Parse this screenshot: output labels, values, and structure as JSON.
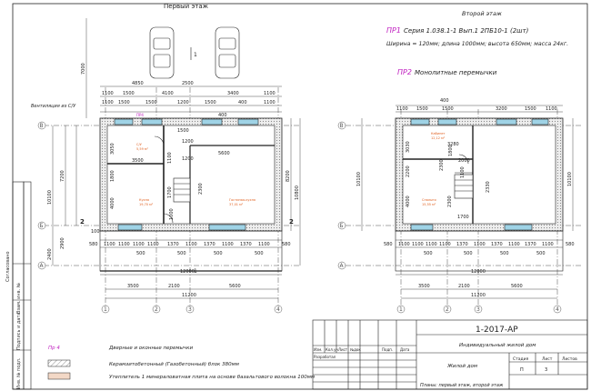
{
  "floor1": {
    "title": "Первый этаж",
    "ventilation": "Вентиляция из С/У",
    "axes": {
      "left": [
        "В",
        "Б",
        "А"
      ],
      "bottom": [
        "1",
        "2",
        "3",
        "4"
      ]
    },
    "dims": {
      "top_a": "4850",
      "top_b": "2500",
      "height": "7000",
      "row1": [
        "1100",
        "1500",
        "4100",
        "3400",
        "1100"
      ],
      "row2": [
        "1100",
        "1500",
        "1500",
        "1200",
        "1500",
        "400",
        "1100"
      ],
      "room_a": "1500",
      "room_b": "1200",
      "room_c": "3500",
      "room_d": "5600",
      "vert_left": [
        "3050",
        "1800",
        "4000"
      ],
      "left_outer": [
        "7200",
        "10100",
        "2400",
        "2900"
      ],
      "right_outer": [
        "8200",
        "10800"
      ],
      "small": [
        "100",
        "400",
        "1200",
        "1100",
        "2300",
        "1700",
        "1000"
      ],
      "row3": [
        "580",
        "1100",
        "1100",
        "1100",
        "1100",
        "1370",
        "1100",
        "1370",
        "1100",
        "1370",
        "1100",
        "580"
      ],
      "row4": [
        "500",
        "500",
        "500",
        "500"
      ],
      "overall": "12000",
      "bottom_a": "3500",
      "bottom_b": "2100",
      "bottom_c": "5600",
      "bottom_total": "11200",
      "tag": "ПР4"
    },
    "rooms": [
      {
        "name": "С/У",
        "area": "5,59 м²"
      },
      {
        "name": "Кухня",
        "area": "19,70 м²"
      },
      {
        "name": "Гостиная-кухня",
        "area": "37,01 м²"
      }
    ],
    "cut_marks": [
      "1",
      "1",
      "2",
      "2"
    ]
  },
  "floor2": {
    "title": "Второй этаж",
    "axes": {
      "left": [
        "В",
        "Б",
        "А"
      ],
      "bottom": [
        "1",
        "2",
        "3",
        "4"
      ]
    },
    "dims": {
      "row1": [
        "1100",
        "1500",
        "1500",
        "3200",
        "1500",
        "1100"
      ],
      "top_small": "400",
      "mid": "3280",
      "vert_left": [
        "3030",
        "2200",
        "4000"
      ],
      "small": [
        "1800",
        "2300",
        "2000",
        "1100",
        "2330",
        "2300"
      ],
      "right_outer": "10100",
      "left_outer": "10100",
      "room": "1700",
      "row3": [
        "580",
        "1100",
        "1100",
        "1100",
        "1100",
        "1370",
        "1100",
        "1370",
        "1100",
        "1370",
        "1100",
        "580"
      ],
      "row4": [
        "500",
        "500",
        "500",
        "500"
      ],
      "overall": "12000",
      "bottom_a": "3500",
      "bottom_b": "2100",
      "bottom_c": "5600",
      "bottom_total": "11200"
    },
    "rooms": [
      {
        "name": "Кабинет",
        "area": "12,12 м²"
      },
      {
        "name": "Спальня",
        "area": "15,55 м²"
      }
    ]
  },
  "notes": [
    {
      "tag": "ПР1",
      "text": "Серия 1.038.1-1 Вып.1   2ПБ10-1 (2шт)"
    },
    {
      "tag": "",
      "text": "Ширина = 120мм; длина 1000мм; высота 650мм; масса 24кг."
    },
    {
      "tag": "ПР2",
      "text": "Монолитные перемычки"
    }
  ],
  "legend": [
    {
      "tag": "Пр 4",
      "text": "Дверные и оконные перемычки"
    },
    {
      "tag": "",
      "text": "Керамзитобетонный (Газобетонный) блок 380мм"
    },
    {
      "tag": "",
      "text": "Утеплитель 1 минераловатная плита на основе базальтового волокна 100мм"
    }
  ],
  "side_stamp": [
    "Согласовано",
    "Взам. инв. №",
    "Подпись и дата",
    "Инв. № подл."
  ],
  "title_block": {
    "code": "1-2017-АР",
    "object": "Индивидуальный жилой дом",
    "name": "Жилой дом",
    "sheet_name": "Планы: первый этаж, второй этаж",
    "headers": [
      "Изм.",
      "Кол.уч",
      "Лист",
      "№док",
      "Подп.",
      "Дата"
    ],
    "role": "Разработал",
    "stage_hdr": "Стадия",
    "sheet_hdr": "Лист",
    "sheets_hdr": "Листов",
    "stage": "П",
    "sheet": "3"
  },
  "colors": {
    "line": "#222222",
    "tag": "#c020c0",
    "insulation": "#f3d8c6",
    "block": "#dddddd",
    "glass": "#9fd3e6"
  }
}
